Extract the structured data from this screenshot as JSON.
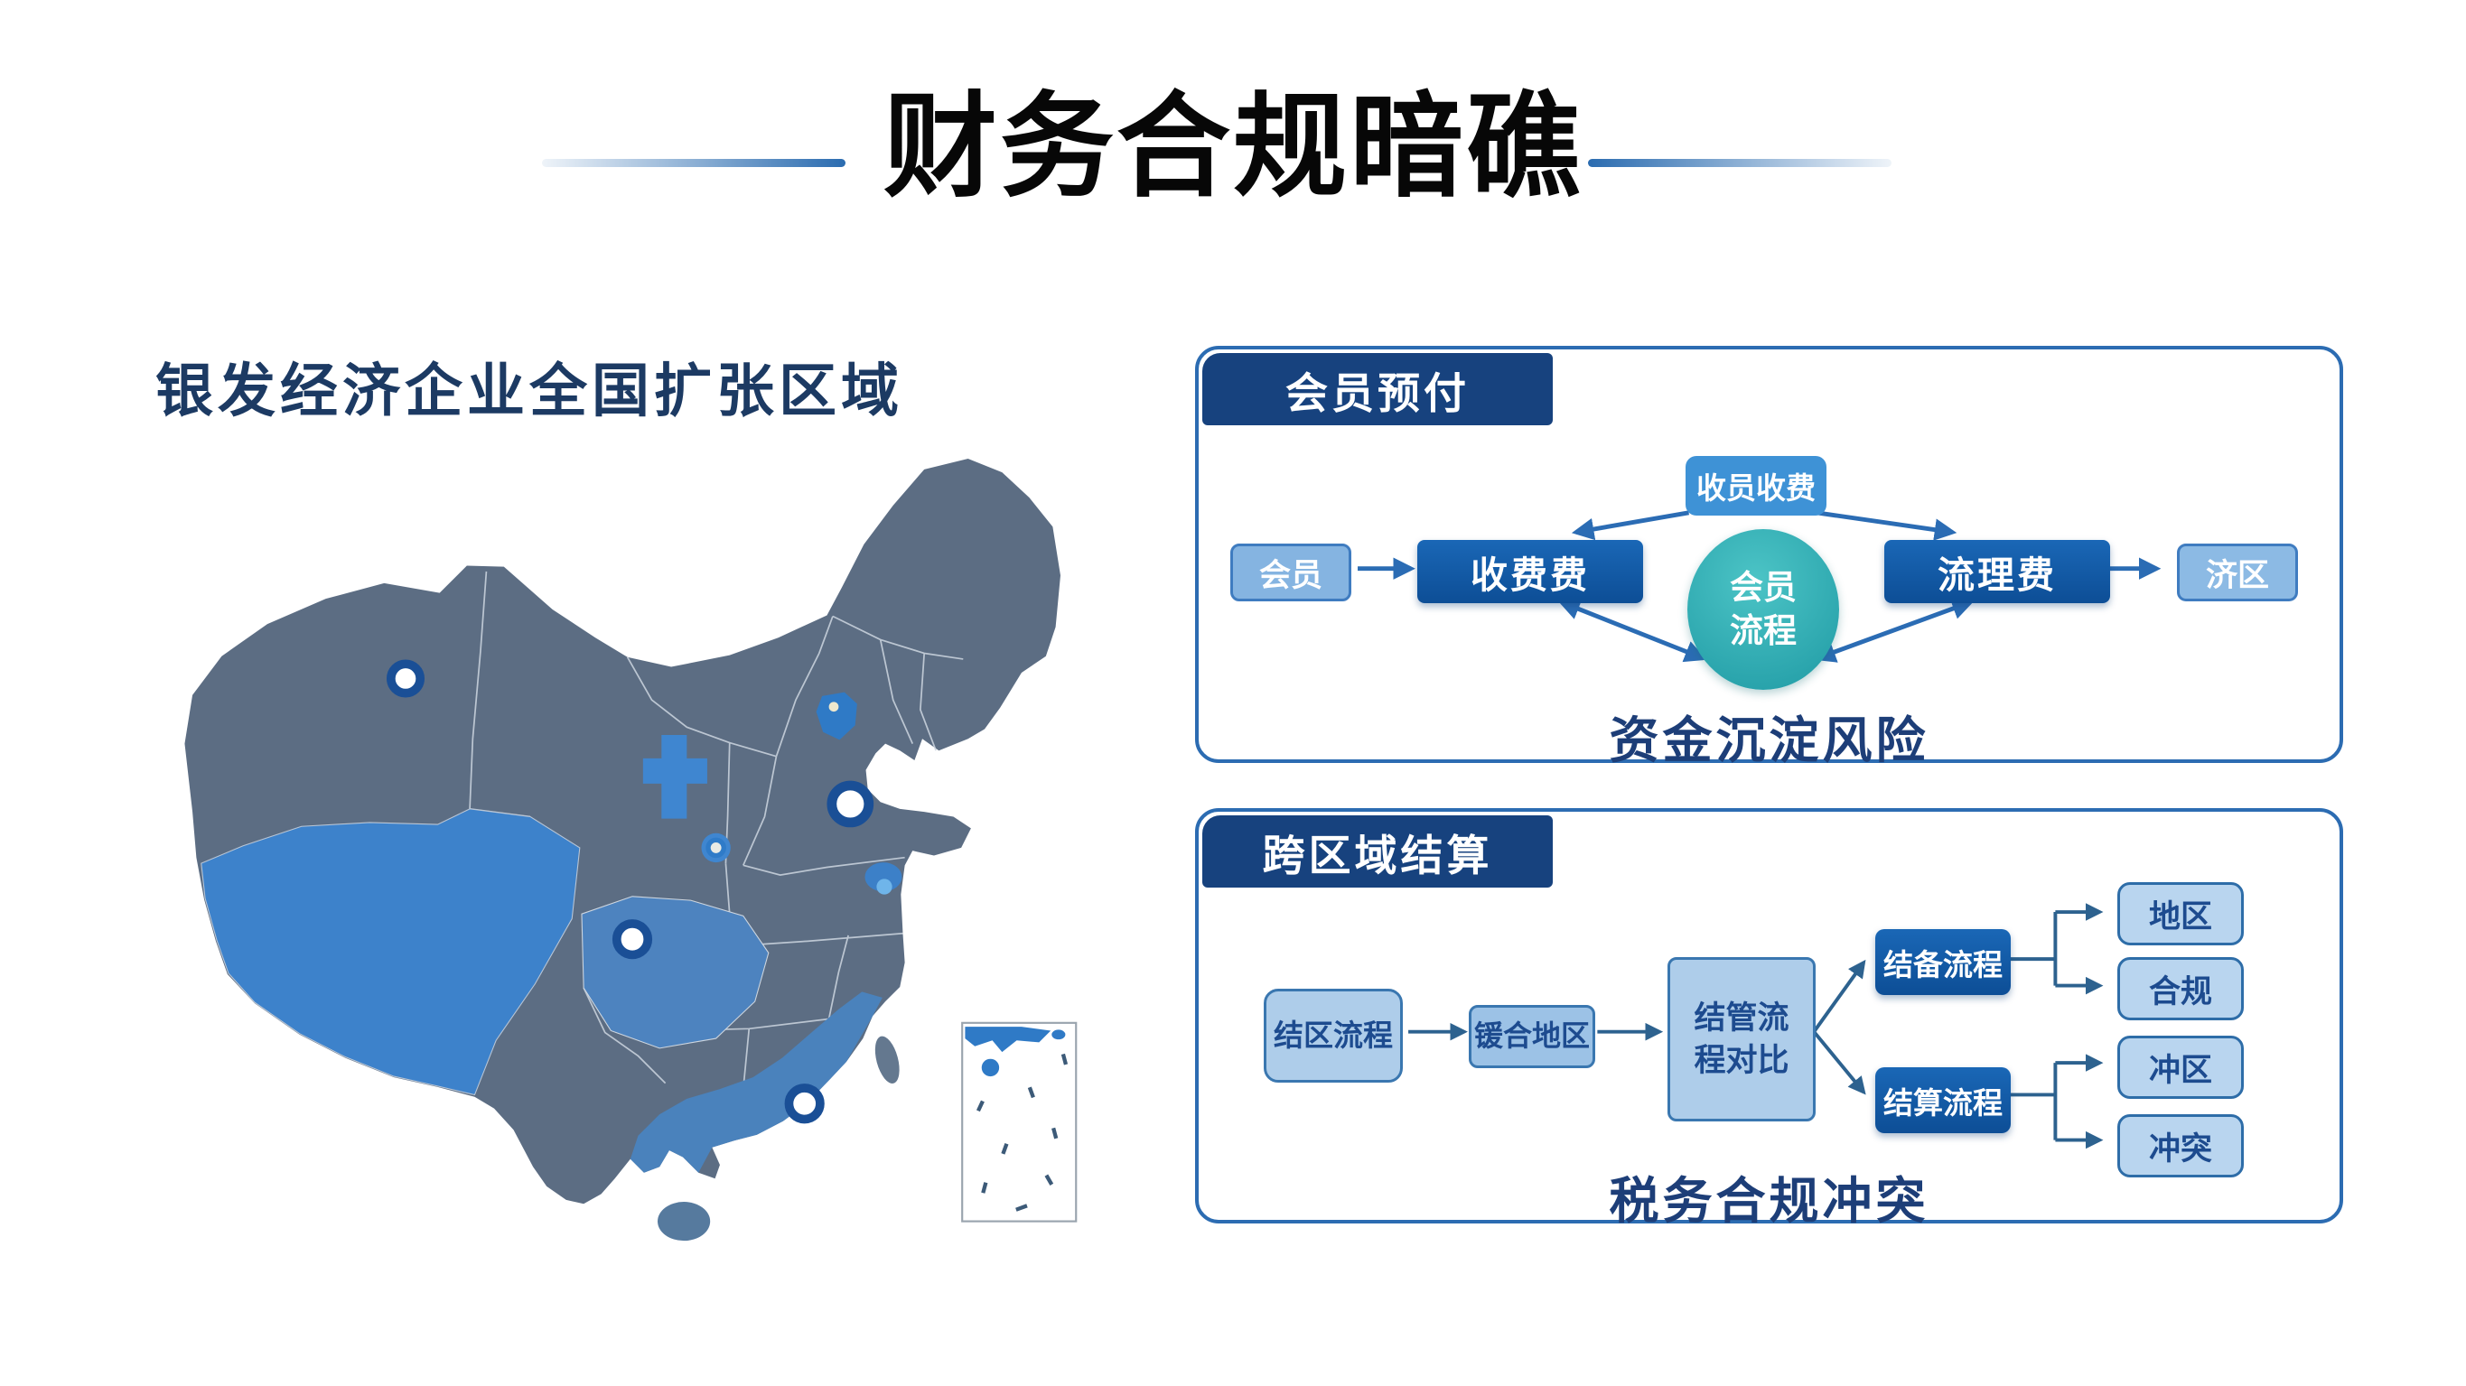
{
  "slide": {
    "title": "财务合规暗礁"
  },
  "map_section": {
    "title": "银发经济企业全国扩张区域"
  },
  "panel_prepay": {
    "header": "会员预付",
    "node_member": "会员",
    "node_fee_collect": "收费费",
    "node_top": "收员收费",
    "node_center_line1": "会员",
    "node_center_line2": "流程",
    "node_fee_flow": "流理费",
    "node_region": "济区",
    "caption": "资金沉淀风险"
  },
  "panel_settle": {
    "header": "跨区域结算",
    "node_start": "结区流程",
    "node_mid": "锾合地区",
    "node_compare_line1": "结管流",
    "node_compare_line2": "程对比",
    "node_branch_top": "结备流程",
    "node_branch_bottom": "结算流程",
    "node_out_a": "地区",
    "node_out_b": "合规",
    "node_out_c": "冲区",
    "node_out_d": "冲突",
    "caption": "税务合规冲突"
  },
  "colors": {
    "title_text": "#070707",
    "divider_blue": "#2b6cb0",
    "map_title_navy": "#1c3a63",
    "map_base": "#5c6d83",
    "map_highlight_blue": "#3d82cb",
    "marker_ring_navy": "#1a4f96",
    "panel_border_blue": "#2c6cb2",
    "header_tab_navy": "#17427e",
    "box_dark_blue": "#0d4e96",
    "box_light_blue": "#85b4e1",
    "box_medium_blue": "#3e92d6",
    "circle_teal": "#23a7ad",
    "settle_box_fill": "#b9d5ef",
    "settle_box_text": "#1d4b8f",
    "caption_navy": "#1d3e78"
  }
}
